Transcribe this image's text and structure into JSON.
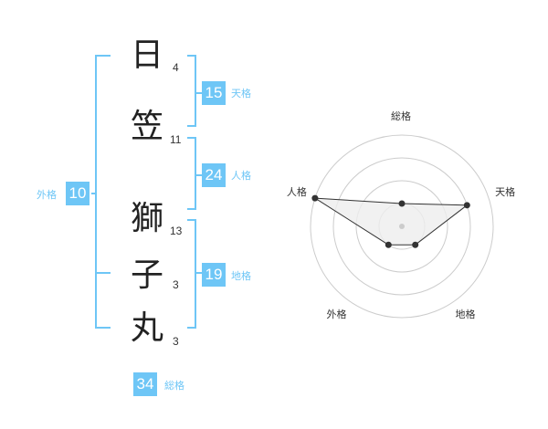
{
  "name_chars": [
    {
      "char": "日",
      "strokes": "4"
    },
    {
      "char": "笠",
      "strokes": "11"
    },
    {
      "char": "獅",
      "strokes": "13"
    },
    {
      "char": "子",
      "strokes": "3"
    },
    {
      "char": "丸",
      "strokes": "3"
    }
  ],
  "fortunes": {
    "tenkaku": {
      "value": "15",
      "label": "天格"
    },
    "jinkaku": {
      "value": "24",
      "label": "人格"
    },
    "chikaku": {
      "value": "19",
      "label": "地格"
    },
    "gaikaku": {
      "value": "10",
      "label": "外格"
    },
    "soukaku": {
      "value": "34",
      "label": "総格"
    }
  },
  "chart_data": {
    "type": "radar",
    "axes": [
      "総格",
      "天格",
      "地格",
      "外格",
      "人格"
    ],
    "values": [
      1,
      3,
      1,
      1,
      4
    ],
    "max": 4,
    "rings": 4,
    "colors": {
      "ring": "#cccccc",
      "fill": "#eeeeee",
      "line": "#333333",
      "point": "#333333"
    }
  },
  "colors": {
    "accent": "#6ec6f6",
    "text": "#222222"
  }
}
